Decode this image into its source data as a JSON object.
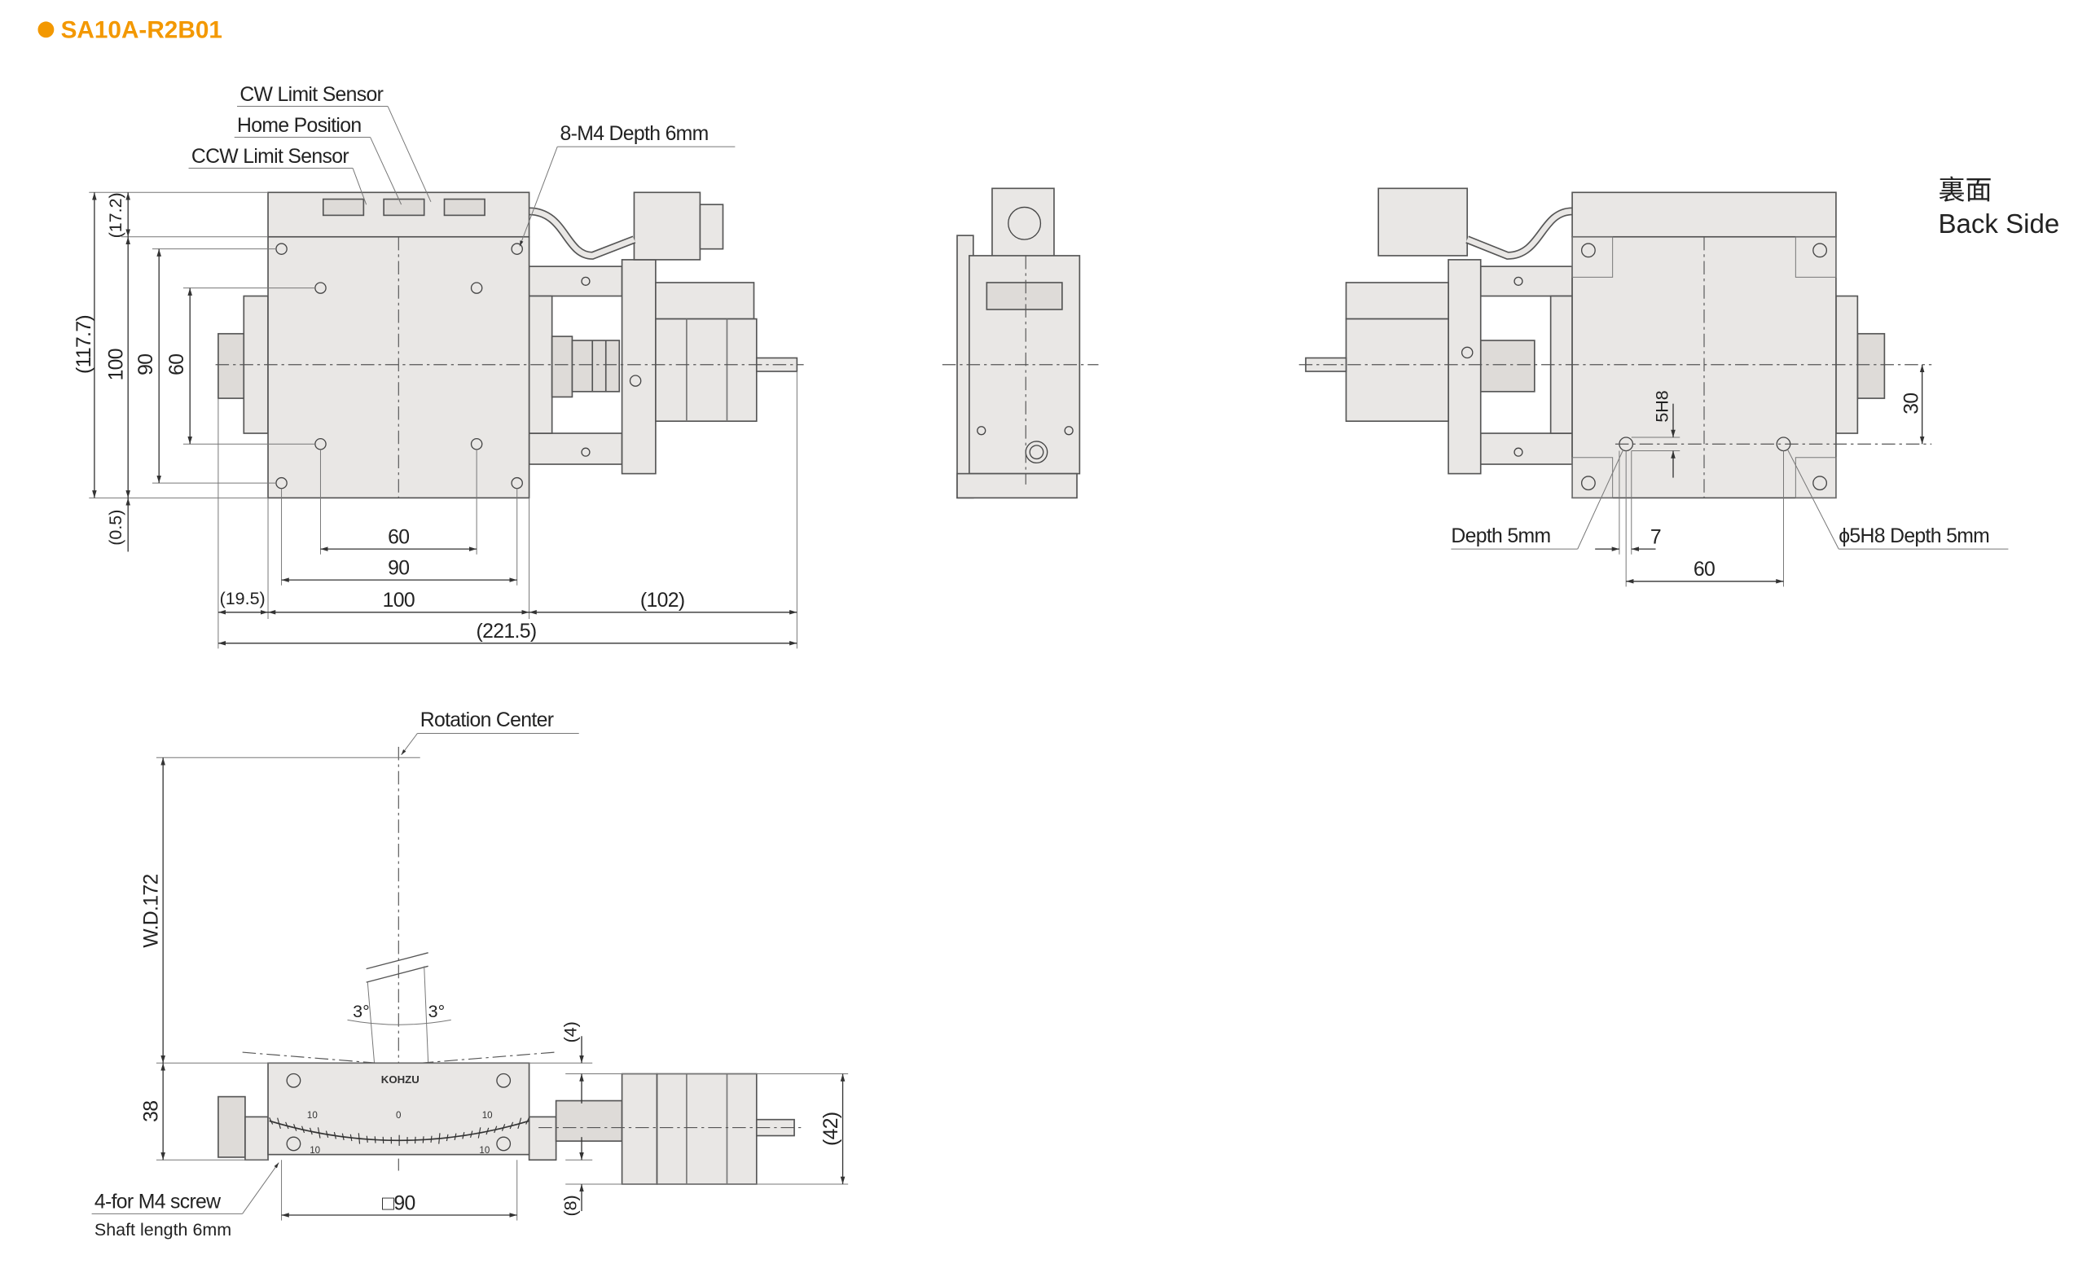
{
  "header": {
    "title": "SA10A-R2B01",
    "accent_color": "#f39800"
  },
  "front_view": {
    "labels": {
      "cw_limit": "CW Limit Sensor",
      "home": "Home Position",
      "ccw_limit": "CCW Limit Sensor",
      "tapped_holes": "8-M4 Depth 6mm"
    },
    "dims": {
      "h_total": "(117.7)",
      "h_body": "100",
      "h_90": "90",
      "h_60": "60",
      "h_top": "(17.2)",
      "h_bottom": "(0.5)",
      "w_60": "60",
      "w_90": "90",
      "w_100": "100",
      "w_left": "(19.5)",
      "w_right": "(102)",
      "w_total": "(221.5)"
    }
  },
  "back_view": {
    "label_jp": "裏面",
    "label_en": "Back Side",
    "labels": {
      "depth": "Depth 5mm",
      "pin_hole": "ϕ5H8 Depth 5mm",
      "tol": "5H8"
    },
    "dims": {
      "d30": "30",
      "d7": "7",
      "d60": "60"
    }
  },
  "bottom_view": {
    "labels": {
      "rotation_center": "Rotation Center",
      "screw": "4-for M4 screw",
      "shaft": "Shaft length 6mm",
      "brand": "KOHZU",
      "angle_left": "3°",
      "angle_right": "3°",
      "scale_left": "10",
      "scale_zero": "0",
      "scale_right": "10",
      "scale_left_low": "10",
      "scale_right_low": "10"
    },
    "dims": {
      "wd": "W.D.172",
      "h38": "38",
      "d4": "(4)",
      "d8": "(8)",
      "d42": "(42)",
      "sq90": "□90"
    }
  }
}
